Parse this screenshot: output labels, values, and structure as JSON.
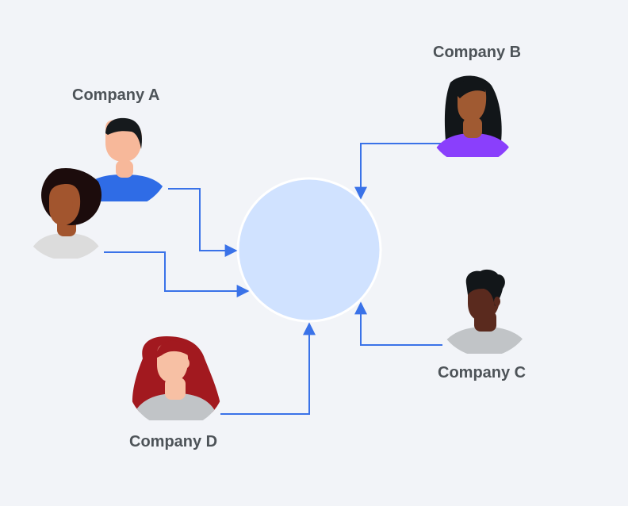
{
  "labels": {
    "company_a": "Company A",
    "company_b": "Company B",
    "company_c": "Company C",
    "company_d": "Company D"
  },
  "colors": {
    "background": "#f2f4f8",
    "hub_fill": "#d0e2ff",
    "connector": "#3a72e8",
    "label_text": "#4d5358"
  },
  "icons": [
    "person-avatar-icon",
    "connector-arrow-icon"
  ]
}
